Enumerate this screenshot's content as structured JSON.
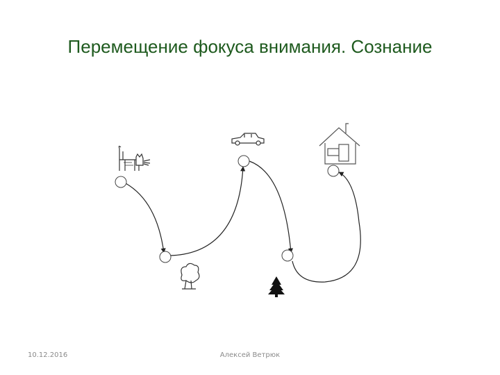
{
  "slide": {
    "title": "Перемещение фокуса внимания. Сознание",
    "footer_date": "10.12.2016",
    "footer_author": "Алексей Ветрюк"
  },
  "diagram": {
    "nodes": [
      "cat",
      "tree",
      "car",
      "fir-tree",
      "house"
    ],
    "icons": [
      "cat-icon",
      "tree-icon",
      "car-icon",
      "fir-tree-icon",
      "house-icon"
    ],
    "path_order": [
      "cat",
      "tree",
      "car",
      "fir-tree",
      "house"
    ],
    "colors": {
      "title": "#1e5a1e",
      "line": "#222222",
      "footer": "#8a8a8a"
    }
  }
}
